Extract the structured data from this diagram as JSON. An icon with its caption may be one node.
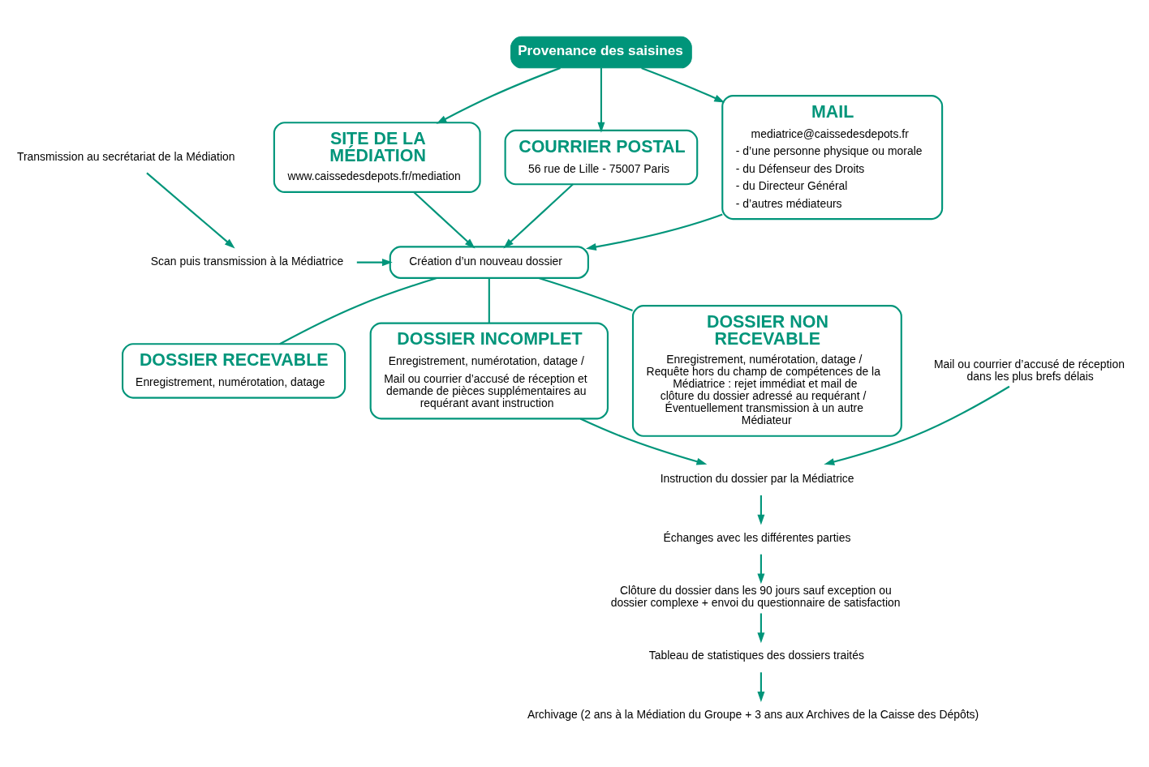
{
  "diagram": {
    "nodes": [
      {
        "text": [
          "Provenance des saisines"
        ]
      },
      {
        "text": [
          "MAIL",
          "mediatrice@caissedesdepots.fr",
          "- d’une personne physique ou morale",
          "- du Défenseur des Droits",
          "- du Directeur Général",
          "- d’autres médiateurs"
        ]
      },
      {
        "text": [
          "SITE DE LA MÉDIATION",
          "www.caissedesdepots.fr/mediation"
        ]
      },
      {
        "text": [
          "COURRIER POSTAL",
          "56 rue de Lille - 75007 Paris"
        ]
      },
      {
        "text": [
          "Transmission au secrétariat de la Médiation"
        ]
      },
      {
        "text": [
          "Scan puis transmission à la Médiatrice"
        ]
      },
      {
        "text": [
          "Création d’un nouveau dossier"
        ]
      },
      {
        "text": [
          "DOSSIER NON RECEVABLE",
          "Enregistrement, numérotation, datage / Requête hors du champ de compétences de la Médiatrice : rejet immédiat et mail de clôture du dossier adressé au requérant / Éventuellement transmission à un autre Médiateur"
        ]
      },
      {
        "text": [
          "DOSSIER RECEVABLE",
          "Enregistrement, numérotation, datage"
        ]
      },
      {
        "text": [
          "DOSSIER INCOMPLET",
          "Enregistrement, numérotation, datage /",
          "Mail ou courrier d’accusé de réception et demande de pièces supplémentaires au requérant avant instruction"
        ]
      },
      {
        "text": [
          "Mail ou courrier d’accusé de réception dans les plus brefs délais"
        ]
      },
      {
        "text": [
          "Instruction du dossier par la Médiatrice"
        ]
      },
      {
        "text": [
          "Échanges avec les différentes parties"
        ]
      },
      {
        "text": [
          "Clôture du dossier dans les 90 jours sauf exception ou dossier complexe + envoi du questionnaire de satisfaction"
        ]
      },
      {
        "text": [
          "Tableau de statistiques des dossiers traités"
        ]
      },
      {
        "text": [
          "Archivage (2 ans à la Médiation du Groupe + 3 ans aux Archives de la Caisse des Dépôts)"
        ]
      }
    ],
    "edges": [
      {
        "from": 0,
        "to": 1,
        "arrow": "to"
      },
      {
        "from": 0,
        "to": 2,
        "arrow": "to"
      },
      {
        "from": 0,
        "to": 3,
        "arrow": "to"
      },
      {
        "from": 1,
        "to": 6,
        "arrow": "to"
      },
      {
        "from": 2,
        "to": 6,
        "arrow": "to"
      },
      {
        "from": 3,
        "to": 6,
        "arrow": "to"
      },
      {
        "from": 4,
        "to": 5,
        "arrow": "to"
      },
      {
        "from": 5,
        "to": 6,
        "arrow": "to"
      },
      {
        "from": 6,
        "to": 7,
        "arrow": "none"
      },
      {
        "from": 6,
        "to": 8,
        "arrow": "none"
      },
      {
        "from": 6,
        "to": 9,
        "arrow": "none"
      },
      {
        "from": 10,
        "to": 11,
        "arrow": "to"
      },
      {
        "from": 9,
        "to": 11,
        "arrow": "to"
      },
      {
        "from": 11,
        "to": 12,
        "arrow": "to"
      },
      {
        "from": 12,
        "to": 13,
        "arrow": "to"
      },
      {
        "from": 13,
        "to": 14,
        "arrow": "to"
      },
      {
        "from": 14,
        "to": 15,
        "arrow": "to"
      }
    ]
  }
}
